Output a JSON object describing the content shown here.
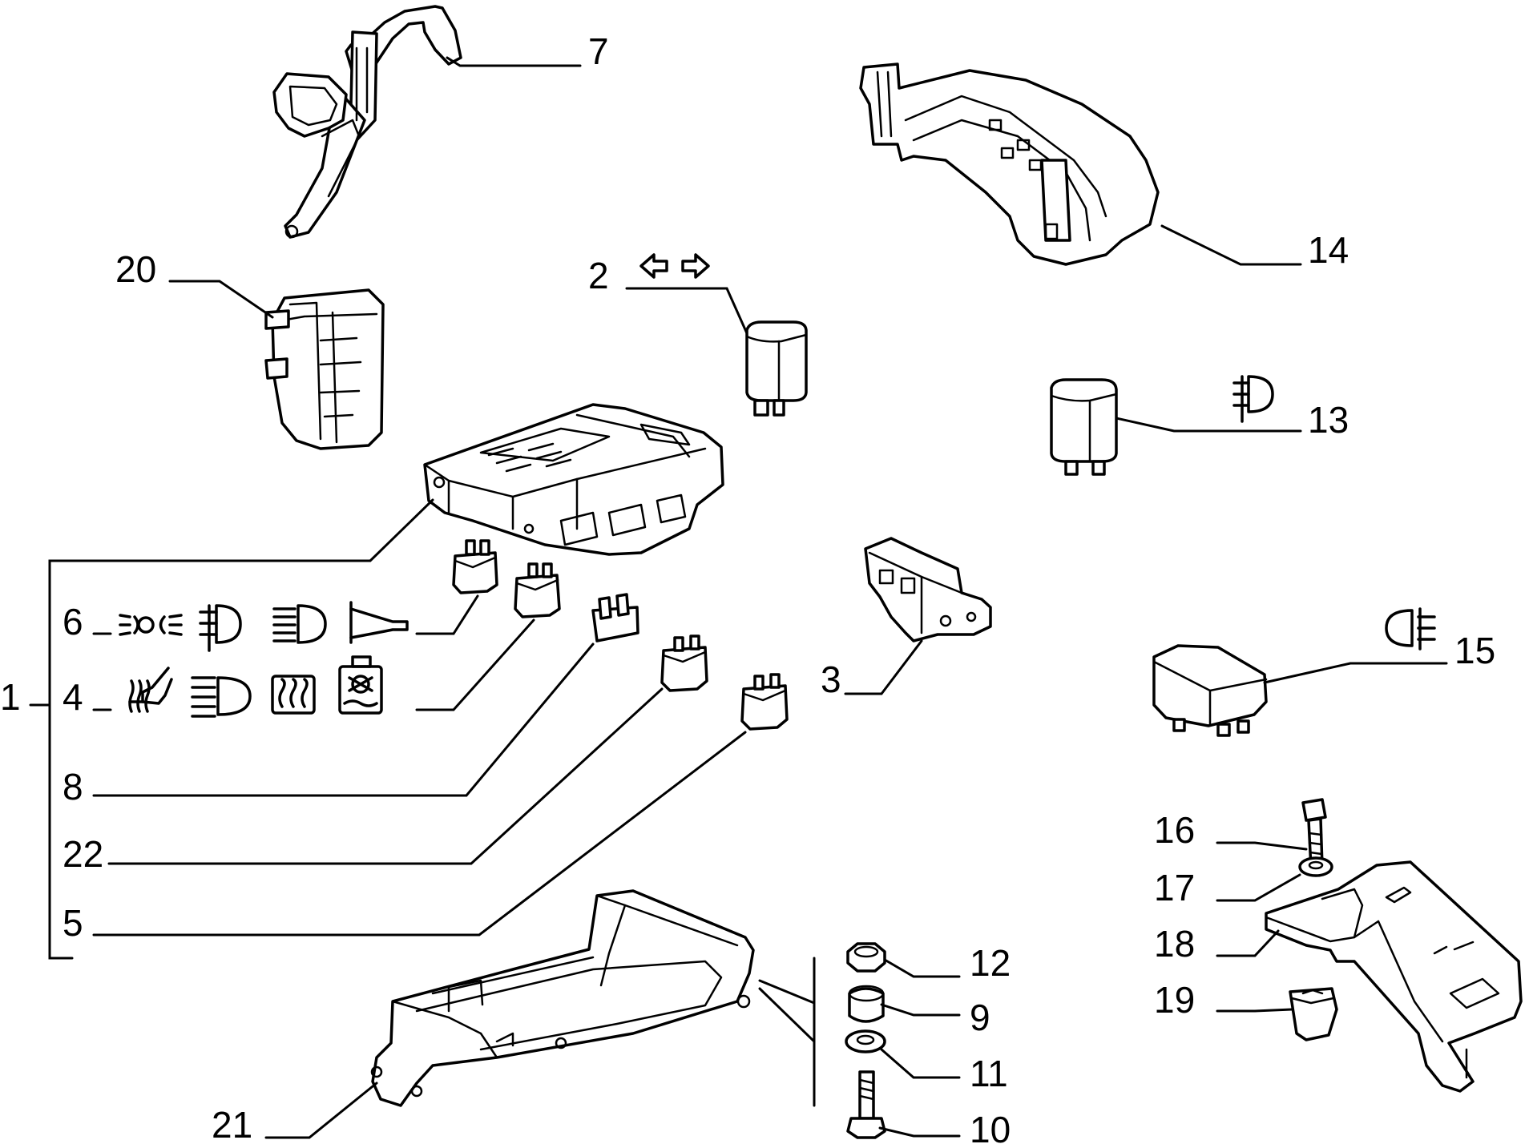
{
  "callouts": {
    "c1": "1",
    "c2": "2",
    "c3": "3",
    "c4": "4",
    "c5": "5",
    "c6": "6",
    "c7": "7",
    "c8": "8",
    "c9": "9",
    "c10": "10",
    "c11": "11",
    "c12": "12",
    "c13": "13",
    "c14": "14",
    "c15": "15",
    "c16": "16",
    "c17": "17",
    "c18": "18",
    "c19": "19",
    "c20": "20",
    "c21": "21",
    "c22": "22"
  },
  "symbols": {
    "c2": [
      "turn-signal-arrows-icon"
    ],
    "c6": [
      "parking-lights-icon",
      "front-fog-light-icon",
      "high-beam-icon",
      "horn-icon"
    ],
    "c4": [
      "heated-seat-icon",
      "low-beam-icon",
      "rear-defroster-icon",
      "heater-fan-icon"
    ],
    "c13": [
      "front-fog-light-icon"
    ],
    "c15": [
      "rear-fog-light-icon"
    ]
  },
  "colors": {
    "ink": "#000000",
    "paper": "#ffffff"
  }
}
